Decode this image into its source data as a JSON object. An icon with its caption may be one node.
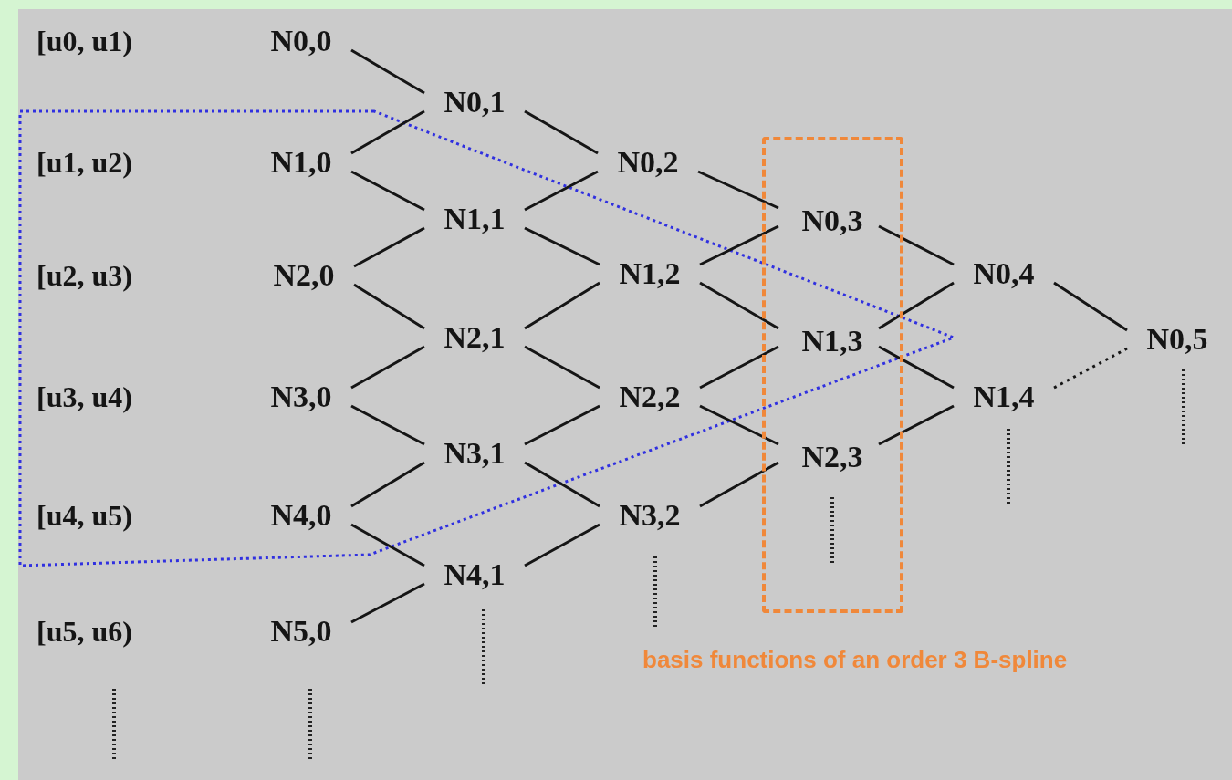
{
  "diagram": {
    "nodes": [
      {
        "text": [],
        "shape": "box",
        "beside": [
          "basis functions of an order 3 B-spline"
        ]
      },
      {
        "text": [
          "N0,0"
        ]
      },
      {
        "text": [
          "N0,1"
        ]
      },
      {
        "text": [
          "N1,0"
        ]
      },
      {
        "text": [
          "N0,2"
        ]
      },
      {
        "text": [
          "N1,1"
        ]
      },
      {
        "text": [
          "N0,3"
        ],
        "in": 0
      },
      {
        "text": [
          "N2,0"
        ]
      },
      {
        "text": [
          "N1,2"
        ]
      },
      {
        "text": [
          "N0,4"
        ]
      },
      {
        "text": [
          "N2,1"
        ]
      },
      {
        "text": [
          "N1,3"
        ],
        "in": 0
      },
      {
        "text": [
          "N0,5"
        ]
      },
      {
        "text": [
          "N3,0"
        ]
      },
      {
        "text": [
          "N2,2"
        ]
      },
      {
        "text": [
          "N1,4"
        ]
      },
      {
        "text": [
          "N3,1"
        ]
      },
      {
        "text": [
          "N2,3"
        ],
        "in": 0
      },
      {
        "text": [
          "N4,0"
        ]
      },
      {
        "text": [
          "N3,2"
        ]
      },
      {
        "text": [
          "N4,1"
        ]
      },
      {
        "text": [
          "N5,0"
        ]
      }
    ],
    "edges": [
      {
        "from": 1,
        "to": 2,
        "arrow": "none"
      },
      {
        "from": 3,
        "to": 2,
        "arrow": "none"
      },
      {
        "from": 3,
        "to": 5,
        "arrow": "none"
      },
      {
        "from": 7,
        "to": 5,
        "arrow": "none"
      },
      {
        "from": 7,
        "to": 10,
        "arrow": "none"
      },
      {
        "from": 13,
        "to": 10,
        "arrow": "none"
      },
      {
        "from": 13,
        "to": 16,
        "arrow": "none"
      },
      {
        "from": 18,
        "to": 16,
        "arrow": "none"
      },
      {
        "from": 18,
        "to": 20,
        "arrow": "none"
      },
      {
        "from": 21,
        "to": 20,
        "arrow": "none"
      },
      {
        "from": 2,
        "to": 4,
        "arrow": "none"
      },
      {
        "from": 5,
        "to": 4,
        "arrow": "none"
      },
      {
        "from": 5,
        "to": 8,
        "arrow": "none"
      },
      {
        "from": 10,
        "to": 8,
        "arrow": "none"
      },
      {
        "from": 10,
        "to": 14,
        "arrow": "none"
      },
      {
        "from": 16,
        "to": 14,
        "arrow": "none"
      },
      {
        "from": 16,
        "to": 19,
        "arrow": "none"
      },
      {
        "from": 20,
        "to": 19,
        "arrow": "none"
      },
      {
        "from": 4,
        "to": 6,
        "arrow": "none"
      },
      {
        "from": 8,
        "to": 6,
        "arrow": "none"
      },
      {
        "from": 8,
        "to": 11,
        "arrow": "none"
      },
      {
        "from": 14,
        "to": 11,
        "arrow": "none"
      },
      {
        "from": 14,
        "to": 17,
        "arrow": "none"
      },
      {
        "from": 19,
        "to": 17,
        "arrow": "none"
      },
      {
        "from": 6,
        "to": 9,
        "arrow": "none"
      },
      {
        "from": 11,
        "to": 9,
        "arrow": "none"
      },
      {
        "from": 11,
        "to": 15,
        "arrow": "none"
      },
      {
        "from": 17,
        "to": 15,
        "arrow": "none"
      },
      {
        "from": 9,
        "to": 12,
        "arrow": "none"
      },
      {
        "from": 15,
        "to": 12,
        "arrow": "none",
        "style": "dashed"
      }
    ],
    "labels": [
      "[u0, u1)",
      "[u1, u2)",
      "[u2, u3)",
      "[u3, u4)",
      "[u4, u5)",
      "[u5, u6)"
    ]
  }
}
